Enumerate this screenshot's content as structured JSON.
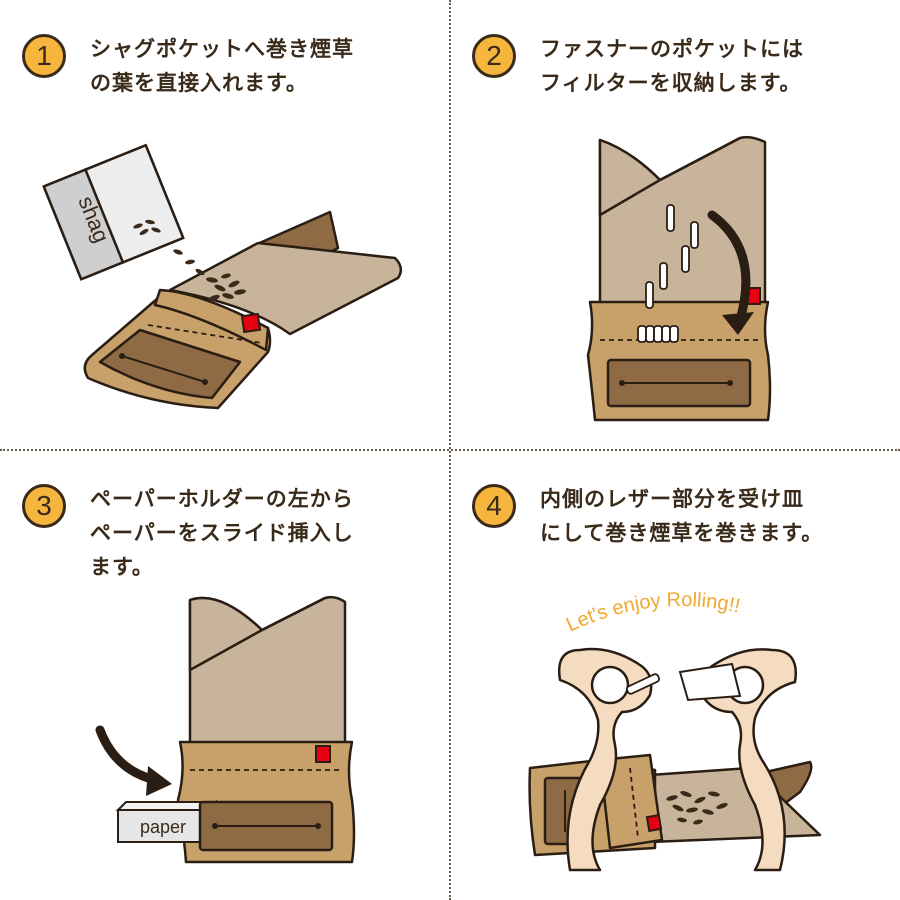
{
  "steps": [
    {
      "number": "1",
      "text": "シャグポケットへ巻き煙草\nの葉を直接入れます。"
    },
    {
      "number": "2",
      "text": "ファスナーのポケットには\nフィルターを収納します。"
    },
    {
      "number": "3",
      "text": "ペーパーホルダーの左から\nペーパーをスライド挿入し\nます。"
    },
    {
      "number": "4",
      "text": "内側のレザー部分を受け皿\nにして巻き煙草を巻きます。"
    }
  ],
  "labels": {
    "shag": "shag",
    "paper": "paper",
    "slogan": "Let's enjoy Rolling!!"
  },
  "colors": {
    "badge": "#f6b53c",
    "leather_light": "#c8a06a",
    "leather_dark": "#8e6a45",
    "leather_inner": "#c8b49a",
    "tag": "#e60012",
    "slogan": "#f0a830"
  }
}
